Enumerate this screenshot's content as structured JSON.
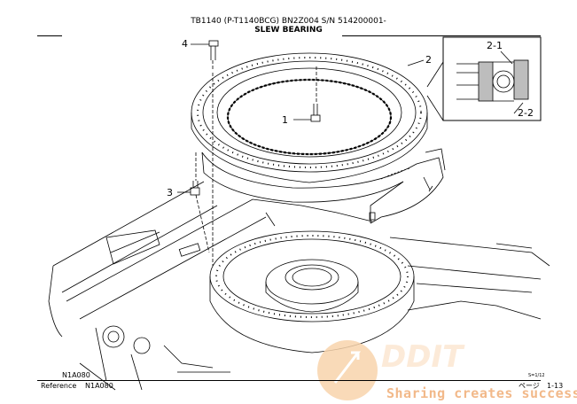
{
  "header": {
    "model_line": "TB1140 (P-T1140BCG) BN2Z004  S/N 514200001-",
    "title": "SLEW BEARING"
  },
  "callouts": {
    "c1": "1",
    "c2": "2",
    "c3": "3",
    "c4": "4",
    "c2_1": "2-1",
    "c2_2": "2-2"
  },
  "figure_code": "N1A080",
  "footer": {
    "reference_label": "Reference",
    "reference_code": "N1A080",
    "page_prefix": "ページ",
    "page_number": "1-13",
    "small_note": "S=1/12"
  },
  "watermark": {
    "text": "Sharing creates success"
  },
  "colors": {
    "line": "#000000",
    "watermark": "#f2b98a"
  }
}
